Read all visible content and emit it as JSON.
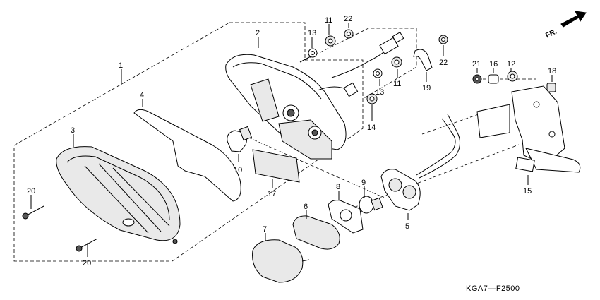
{
  "diagram": {
    "code": "KGA7—F2500",
    "direction": "FR.",
    "callouts": {
      "c1": "1",
      "c2": "2",
      "c3": "3",
      "c4": "4",
      "c5": "5",
      "c6": "6",
      "c7": "7",
      "c8": "8",
      "c9": "9",
      "c10": "10",
      "c11a": "11",
      "c11b": "11",
      "c12": "12",
      "c13a": "13",
      "c13b": "13",
      "c14": "14",
      "c15": "15",
      "c16": "16",
      "c17": "17",
      "c18": "18",
      "c19": "19",
      "c20a": "20",
      "c20b": "20",
      "c21": "21",
      "c22a": "22",
      "c22b": "22"
    }
  }
}
